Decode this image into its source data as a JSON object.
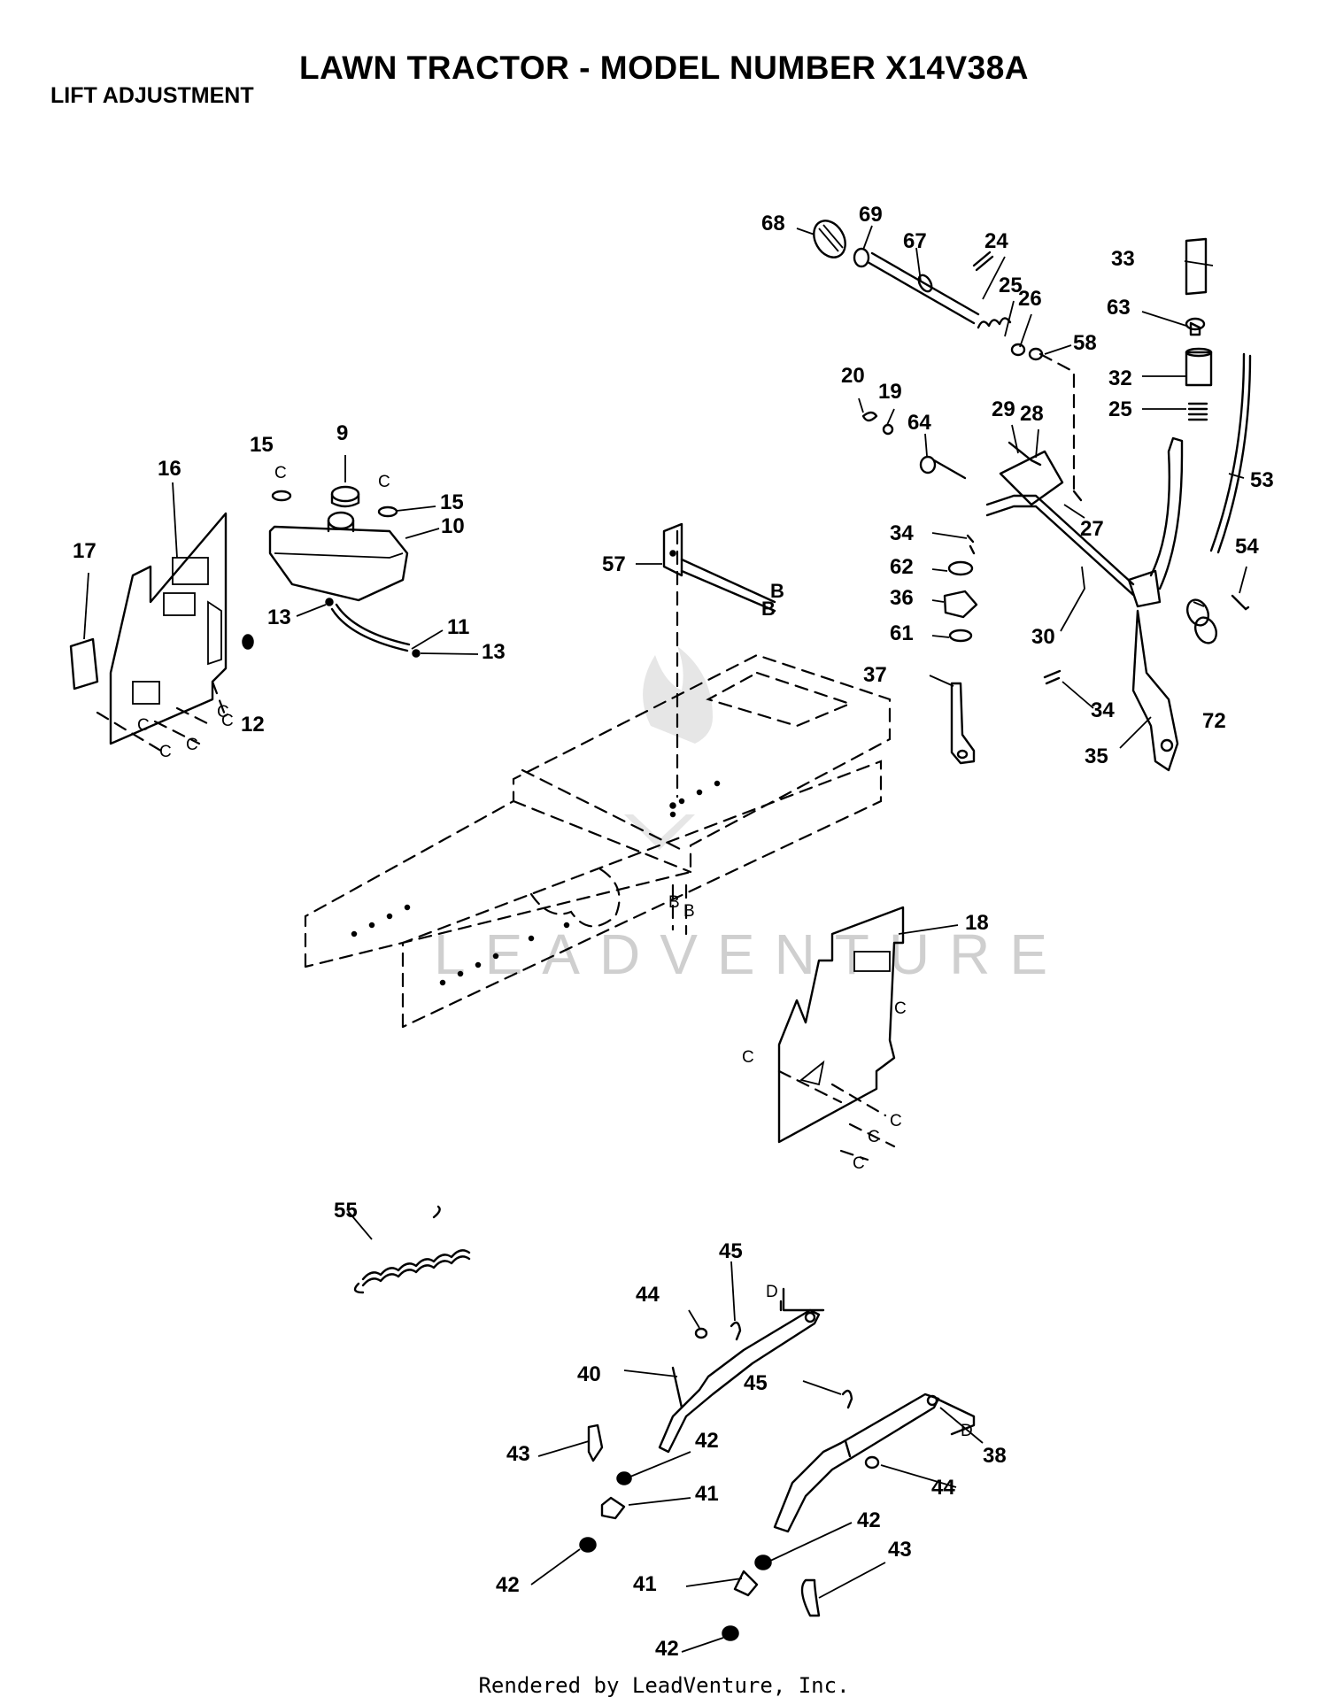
{
  "header": {
    "title": "LAWN TRACTOR - MODEL NUMBER X14V38A",
    "subtitle": "LIFT ADJUSTMENT"
  },
  "watermark": "LEADVENTURE",
  "footer": "Rendered by LeadVenture, Inc.",
  "part_labels": [
    "68",
    "69",
    "67",
    "24",
    "25",
    "26",
    "58",
    "33",
    "63",
    "32",
    "25",
    "53",
    "20",
    "19",
    "64",
    "29",
    "28",
    "27",
    "54",
    "34",
    "62",
    "36",
    "61",
    "37",
    "30",
    "72",
    "34",
    "35",
    "57",
    "16",
    "17",
    "15",
    "9",
    "15",
    "10",
    "13",
    "11",
    "13",
    "12",
    "18",
    "55",
    "45",
    "44",
    "40",
    "45",
    "43",
    "42",
    "41",
    "42",
    "41",
    "42",
    "38",
    "44",
    "42",
    "43"
  ],
  "ref_letters": [
    "C",
    "C",
    "C",
    "C",
    "C",
    "C",
    "C",
    "B",
    "B",
    "B",
    "B",
    "C",
    "C",
    "C",
    "C",
    "C",
    "D",
    "D"
  ],
  "colors": {
    "ink": "#000000",
    "paper": "#ffffff",
    "watermark": "#cfcfcf"
  }
}
